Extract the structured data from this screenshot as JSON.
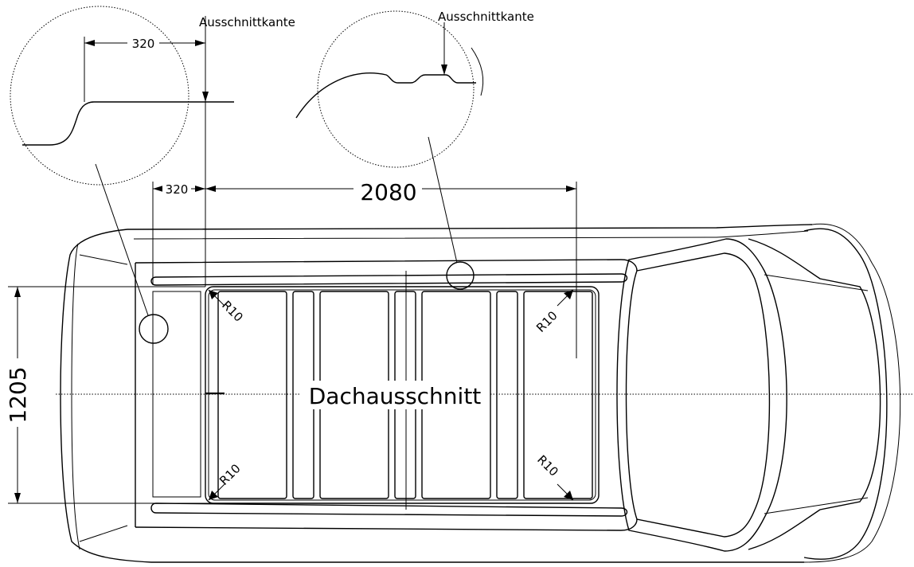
{
  "labels": {
    "cut_edge_left": "Ausschnittkante",
    "cut_edge_right": "Ausschnittkante",
    "detail_dim": "320",
    "dim_offset": "320",
    "dim_length": "2080",
    "dim_width": "1205",
    "cutout_title": "Dachausschnitt",
    "radius_tl": "R10",
    "radius_tr": "R10",
    "radius_bl": "R10",
    "radius_br": "R10"
  }
}
